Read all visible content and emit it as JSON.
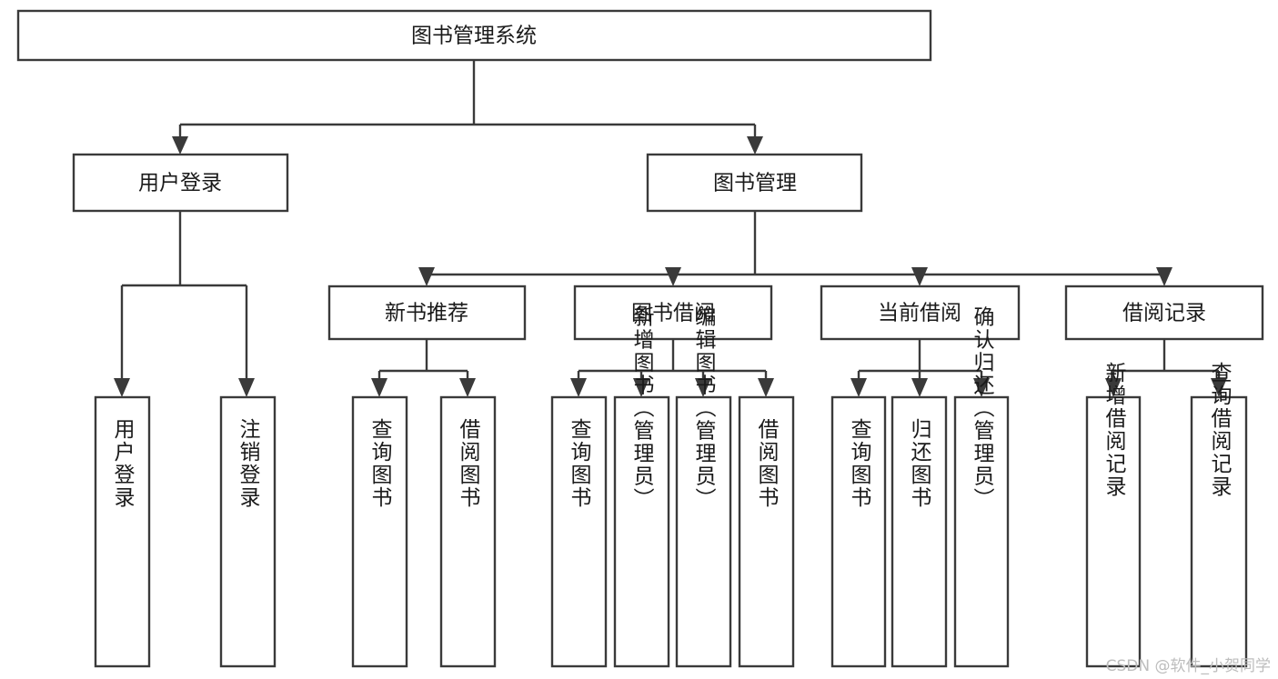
{
  "diagram": {
    "type": "tree-hierarchy-chart",
    "title": "图书管理系统",
    "root": {
      "id": "root",
      "label": "图书管理系统",
      "level": 1
    },
    "level2": [
      {
        "id": "user-login",
        "label": "用户登录"
      },
      {
        "id": "book-management",
        "label": "图书管理"
      }
    ],
    "level3": [
      {
        "id": "new-book-recommend",
        "label": "新书推荐",
        "parent": "book-management"
      },
      {
        "id": "book-borrow",
        "label": "图书借阅",
        "parent": "book-management"
      },
      {
        "id": "current-borrow",
        "label": "当前借阅",
        "parent": "book-management"
      },
      {
        "id": "borrow-record",
        "label": "借阅记录",
        "parent": "book-management"
      }
    ],
    "leaves": {
      "user-login": [
        {
          "id": "leaf-user-login",
          "label": "用户登录"
        },
        {
          "id": "leaf-user-logout",
          "label": "注销登录"
        }
      ],
      "new-book-recommend": [
        {
          "id": "leaf-query-book-1",
          "label": "查询图书"
        },
        {
          "id": "leaf-borrow-book-1",
          "label": "借阅图书"
        }
      ],
      "book-borrow": [
        {
          "id": "leaf-query-book-2",
          "label": "查询图书"
        },
        {
          "id": "leaf-add-book",
          "label": "新增图书（管理员）"
        },
        {
          "id": "leaf-edit-book",
          "label": "编辑图书（管理员）"
        },
        {
          "id": "leaf-borrow-book-2",
          "label": "借阅图书"
        }
      ],
      "current-borrow": [
        {
          "id": "leaf-query-book-3",
          "label": "查询图书"
        },
        {
          "id": "leaf-return-book",
          "label": "归还图书"
        },
        {
          "id": "leaf-confirm-return",
          "label": "确认归还（管理员）"
        }
      ],
      "borrow-record": [
        {
          "id": "leaf-add-record",
          "label": "新增借阅记录"
        },
        {
          "id": "leaf-query-record",
          "label": "查询借阅记录"
        }
      ]
    }
  },
  "watermark": {
    "text": "CSDN @软件_小贺同学"
  },
  "colors": {
    "stroke": "#3a3a3a",
    "fill": "#ffffff",
    "text": "#1a1a1a",
    "watermark": "#bdbdbd"
  }
}
